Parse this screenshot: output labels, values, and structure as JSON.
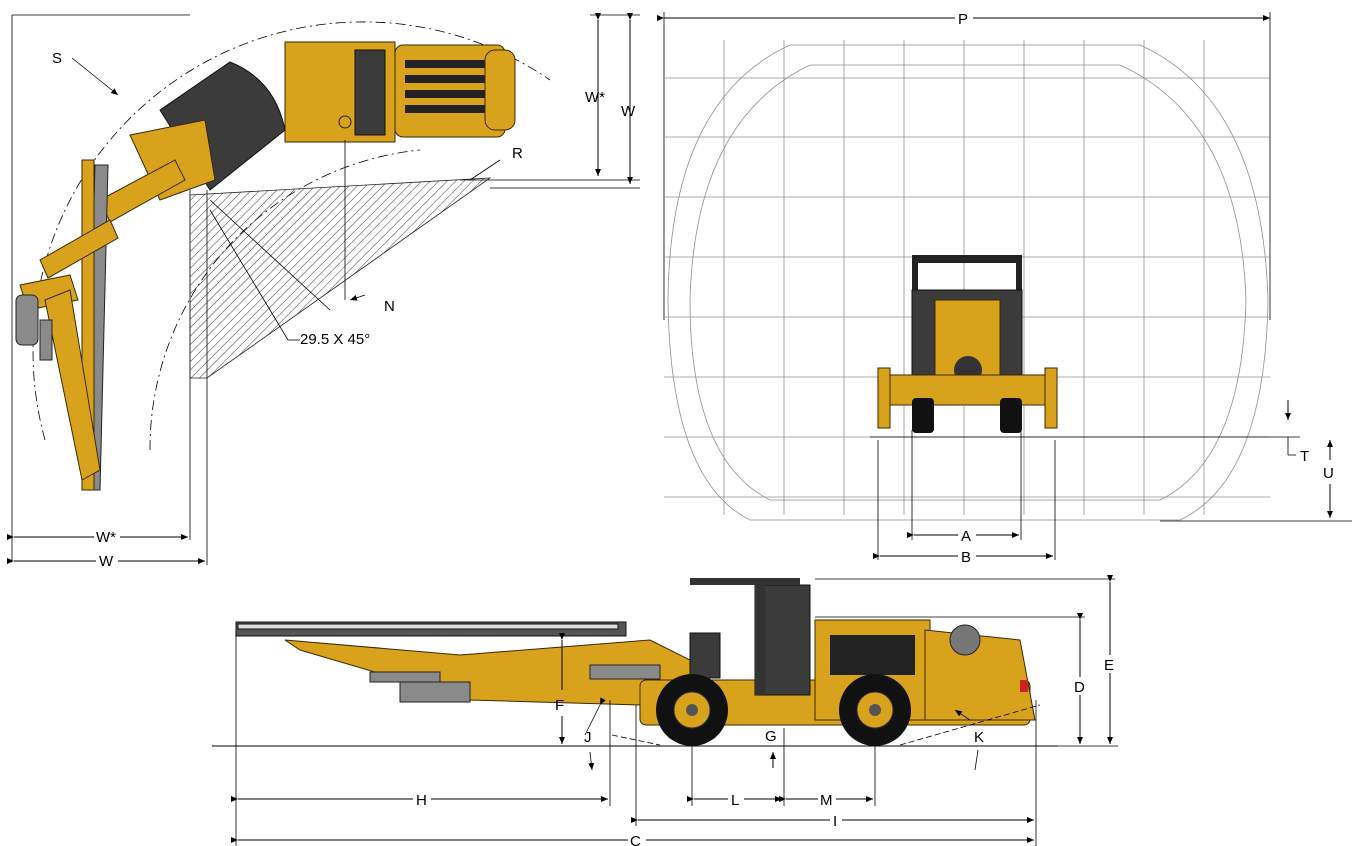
{
  "labels": {
    "A": "A",
    "B": "B",
    "C": "C",
    "D": "D",
    "E": "E",
    "F": "F",
    "G": "G",
    "H": "H",
    "I": "I",
    "J": "J",
    "K": "K",
    "L": "L",
    "M": "M",
    "N": "N",
    "P": "P",
    "R": "R",
    "S": "S",
    "T": "T",
    "U": "U",
    "W": "W",
    "W_star": "W*"
  },
  "annotation": "29.5 X 45°",
  "colors": {
    "machine": "#d9a21c",
    "dark": "#3b3b3b",
    "grid": "#8f8f8f",
    "line": "#000000"
  }
}
